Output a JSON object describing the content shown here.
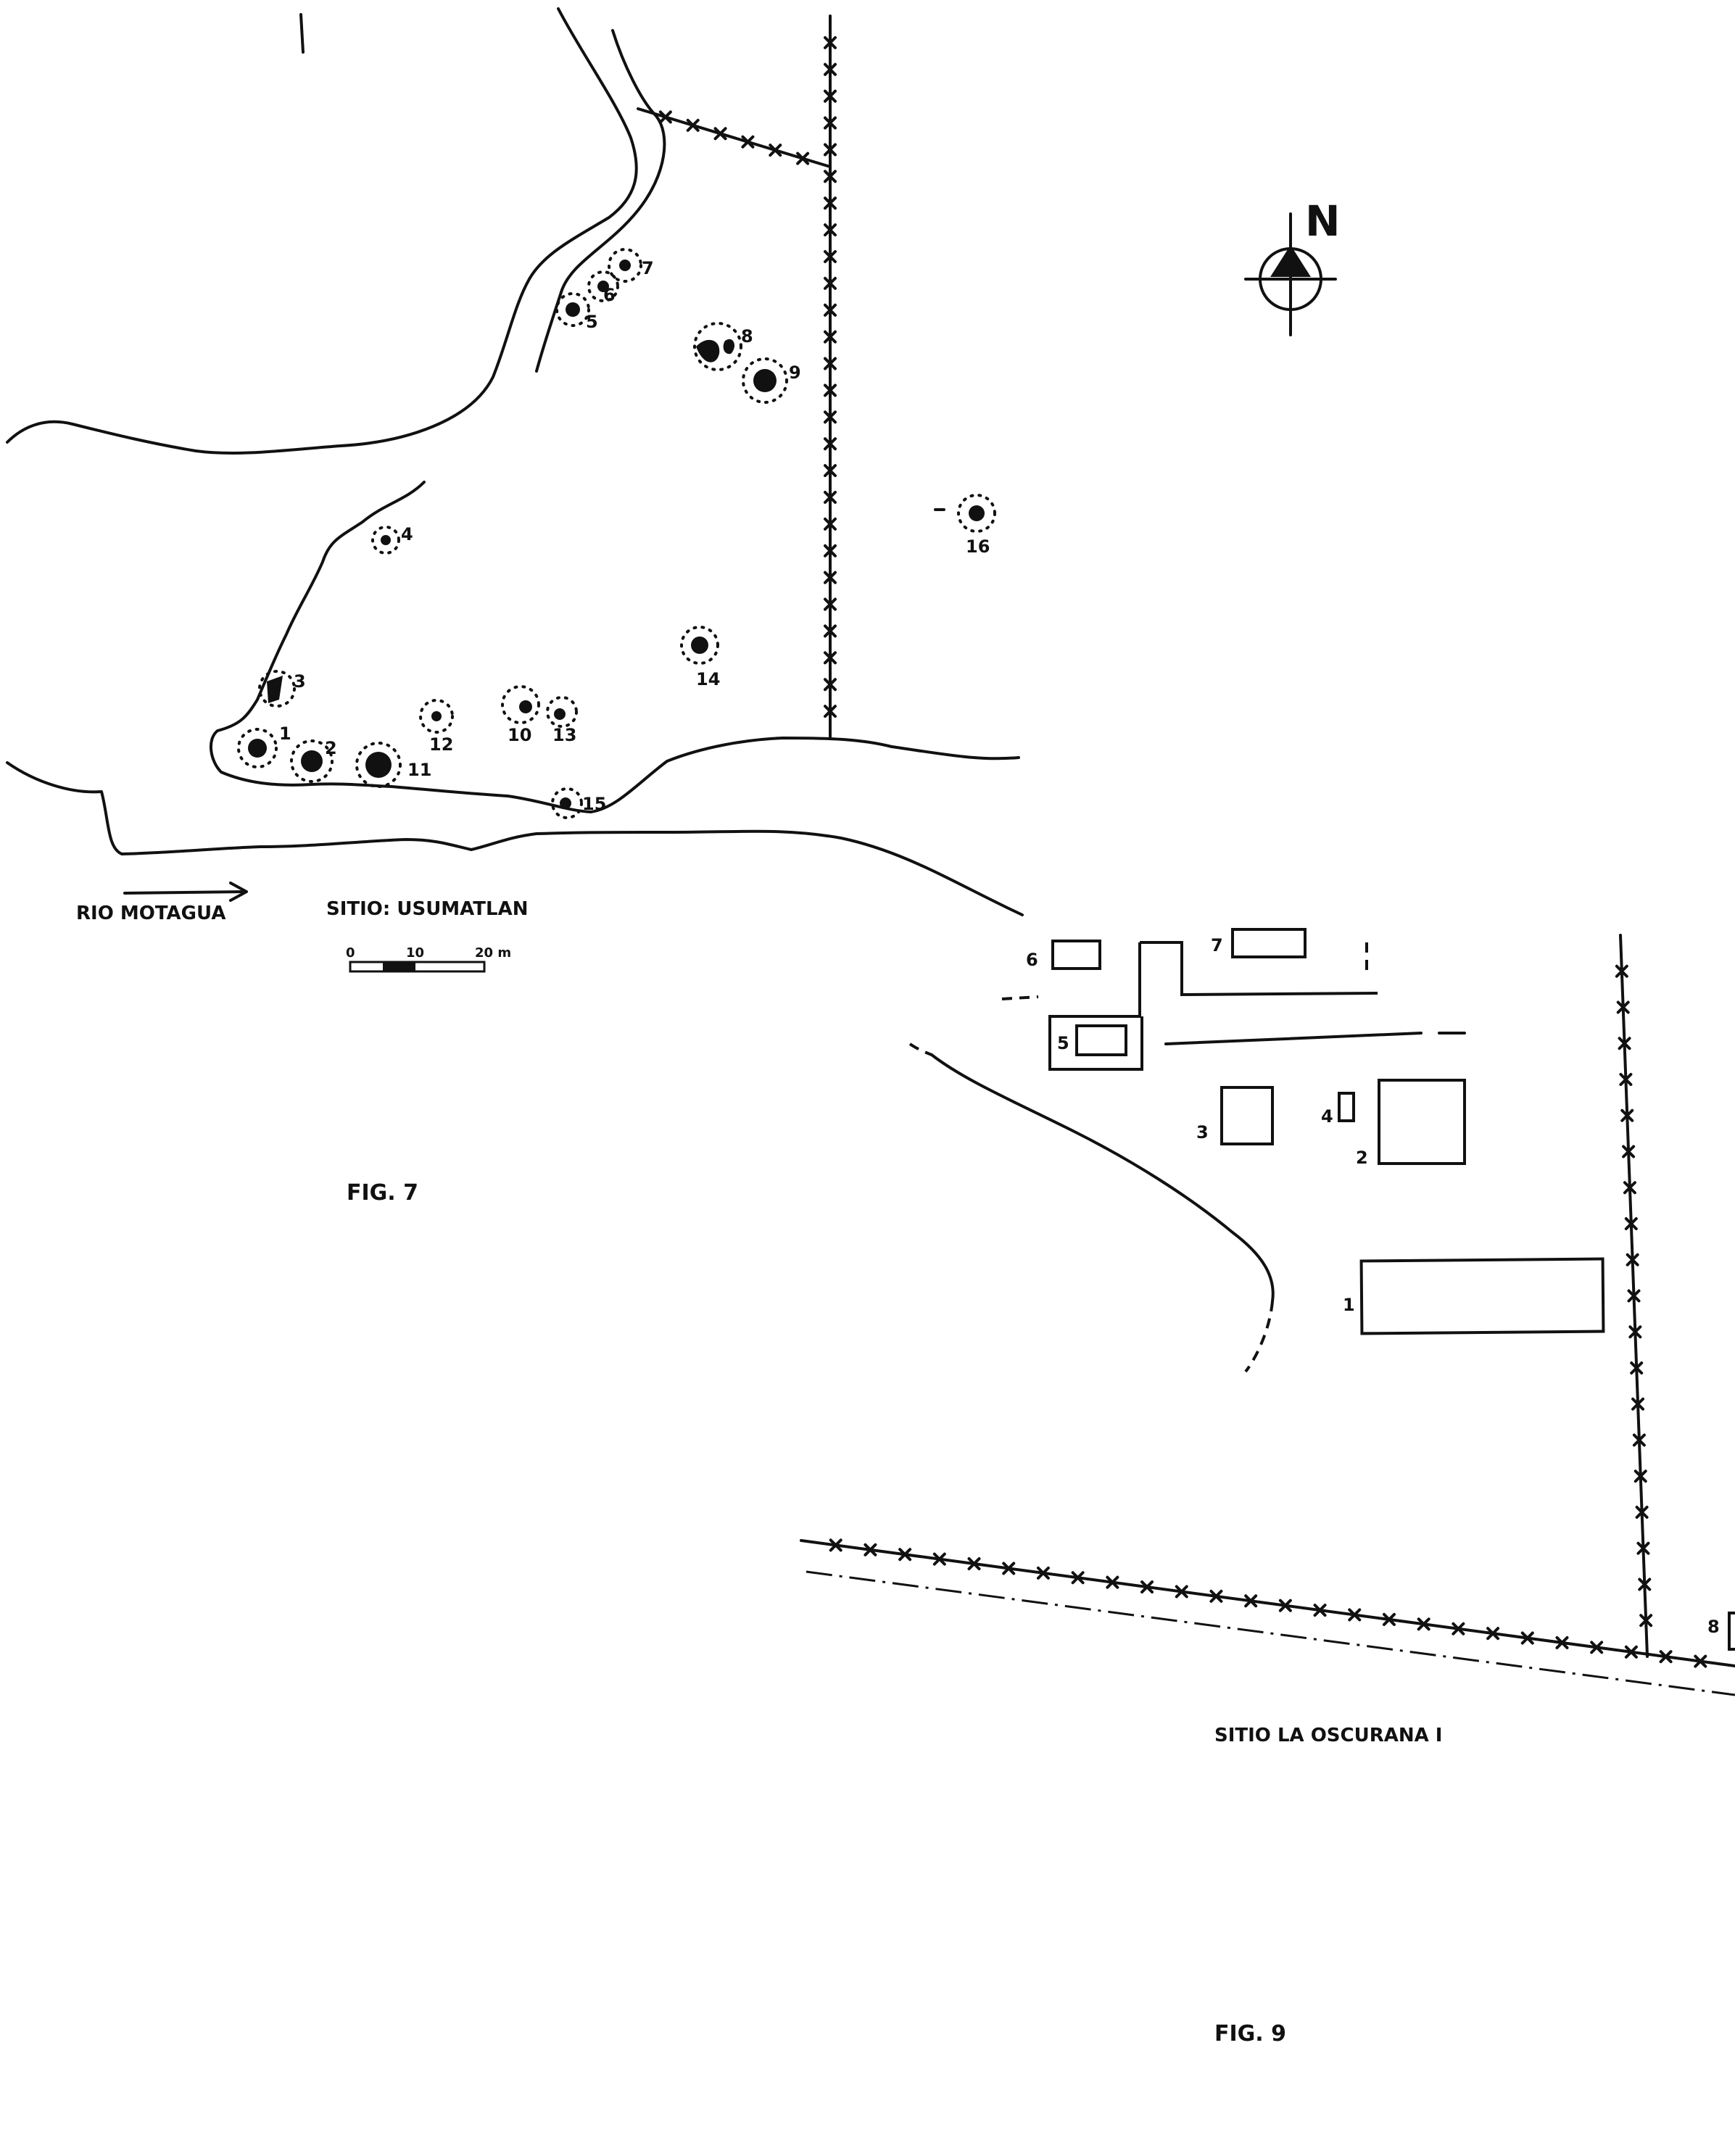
{
  "fig7": {
    "river_label": "RIO MOTAGUA",
    "site_label": "SITIO:  USUMATLAN",
    "figure_label": "FIG. 7",
    "scale": {
      "ticks": [
        "0",
        "10",
        "20 m"
      ]
    },
    "mounds": [
      "1",
      "2",
      "3",
      "4",
      "5",
      "6",
      "7",
      "8",
      "9",
      "10",
      "11",
      "12",
      "13",
      "14",
      "15",
      "16"
    ]
  },
  "north": {
    "label": "N"
  },
  "fig9": {
    "site_label": "SITIO  LA  OSCURANA I",
    "figure_label": "FIG.   9",
    "structures": [
      "1",
      "2",
      "3",
      "4",
      "5",
      "6",
      "7",
      "8"
    ]
  }
}
